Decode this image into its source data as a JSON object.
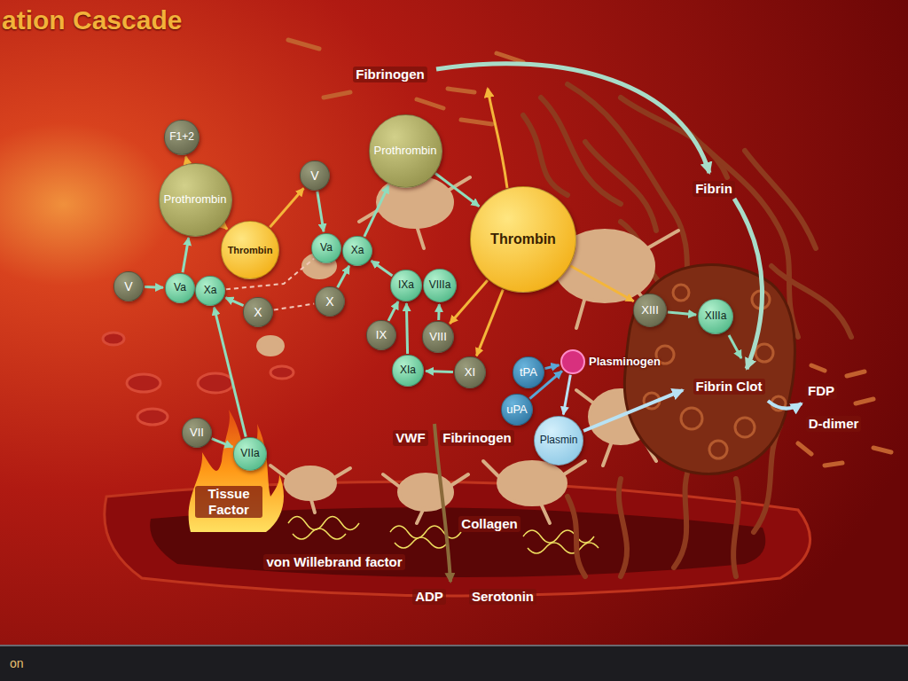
{
  "diagram": {
    "title": "ation Cascade",
    "nodes": [
      {
        "text": [
          "F1+2"
        ]
      },
      {
        "text": [
          "Prothrombin"
        ]
      },
      {
        "text": [
          "V"
        ]
      },
      {
        "text": [
          "Prothrombin"
        ]
      },
      {
        "text": [
          "Thrombin"
        ]
      },
      {
        "text": [
          "Thrombin"
        ]
      },
      {
        "text": [
          "Va"
        ]
      },
      {
        "text": [
          "Xa"
        ]
      },
      {
        "text": [
          "V"
        ]
      },
      {
        "text": [
          "Va"
        ]
      },
      {
        "text": [
          "Xa"
        ]
      },
      {
        "text": [
          "IXa"
        ]
      },
      {
        "text": [
          "VIIIa"
        ]
      },
      {
        "text": [
          "X"
        ]
      },
      {
        "text": [
          "X"
        ]
      },
      {
        "text": [
          "XIII"
        ]
      },
      {
        "text": [
          "XIIIa"
        ]
      },
      {
        "text": [
          "IX"
        ]
      },
      {
        "text": [
          "VIII"
        ]
      },
      {
        "text": [
          "tPA"
        ]
      },
      {
        "text": [
          "Plasminogen"
        ]
      },
      {
        "text": [
          "XIa"
        ]
      },
      {
        "text": [
          "XI"
        ]
      },
      {
        "text": [
          "uPA"
        ]
      },
      {
        "text": [
          "VII"
        ]
      },
      {
        "text": [
          "Plasmin"
        ]
      },
      {
        "text": [
          "VIIa"
        ]
      }
    ],
    "edges": [
      {
        "from": 1,
        "to": 0,
        "arrow": "to"
      },
      {
        "from": 1,
        "to": 4,
        "arrow": "to"
      },
      {
        "from": 9,
        "to": 1,
        "arrow": "to"
      },
      {
        "from": 8,
        "to": 9,
        "arrow": "to"
      },
      {
        "from": 14,
        "to": 10,
        "arrow": "to"
      },
      {
        "from": 10,
        "to": 6,
        "arrow": "none"
      },
      {
        "from": 4,
        "to": 2,
        "arrow": "to"
      },
      {
        "from": 2,
        "to": 6,
        "arrow": "to"
      },
      {
        "from": 7,
        "to": 3,
        "arrow": "to"
      },
      {
        "from": 3,
        "to": 5,
        "arrow": "to"
      },
      {
        "from": 14,
        "to": 13,
        "arrow": "none"
      },
      {
        "from": 13,
        "to": 7,
        "arrow": "to"
      },
      {
        "from": 11,
        "to": 7,
        "arrow": "to"
      },
      {
        "from": 5,
        "to": 18,
        "arrow": "to"
      },
      {
        "from": 18,
        "to": 12,
        "arrow": "to"
      },
      {
        "from": 5,
        "to": 22,
        "arrow": "to"
      },
      {
        "from": 22,
        "to": 21,
        "arrow": "to"
      },
      {
        "from": 21,
        "to": 11,
        "arrow": "to"
      },
      {
        "from": 17,
        "to": 11,
        "arrow": "to"
      },
      {
        "from": 5,
        "to": 15,
        "arrow": "to"
      },
      {
        "from": 15,
        "to": 16,
        "arrow": "to"
      },
      {
        "from": 26,
        "to": 10,
        "arrow": "to"
      },
      {
        "from": 24,
        "to": 26,
        "arrow": "to"
      },
      {
        "from": 19,
        "to": 20,
        "arrow": "to"
      },
      {
        "from": 23,
        "to": 20,
        "arrow": "to"
      },
      {
        "from": 20,
        "to": 25,
        "arrow": "to"
      }
    ],
    "labels": [
      "Fibrinogen",
      "Fibrin",
      "Fibrin Clot",
      "FDP",
      "D-dimer",
      "Tissue Factor",
      "VWF",
      "Fibrinogen",
      "Collagen",
      "von Willebrand factor",
      "ADP",
      "Serotonin",
      "on"
    ]
  }
}
